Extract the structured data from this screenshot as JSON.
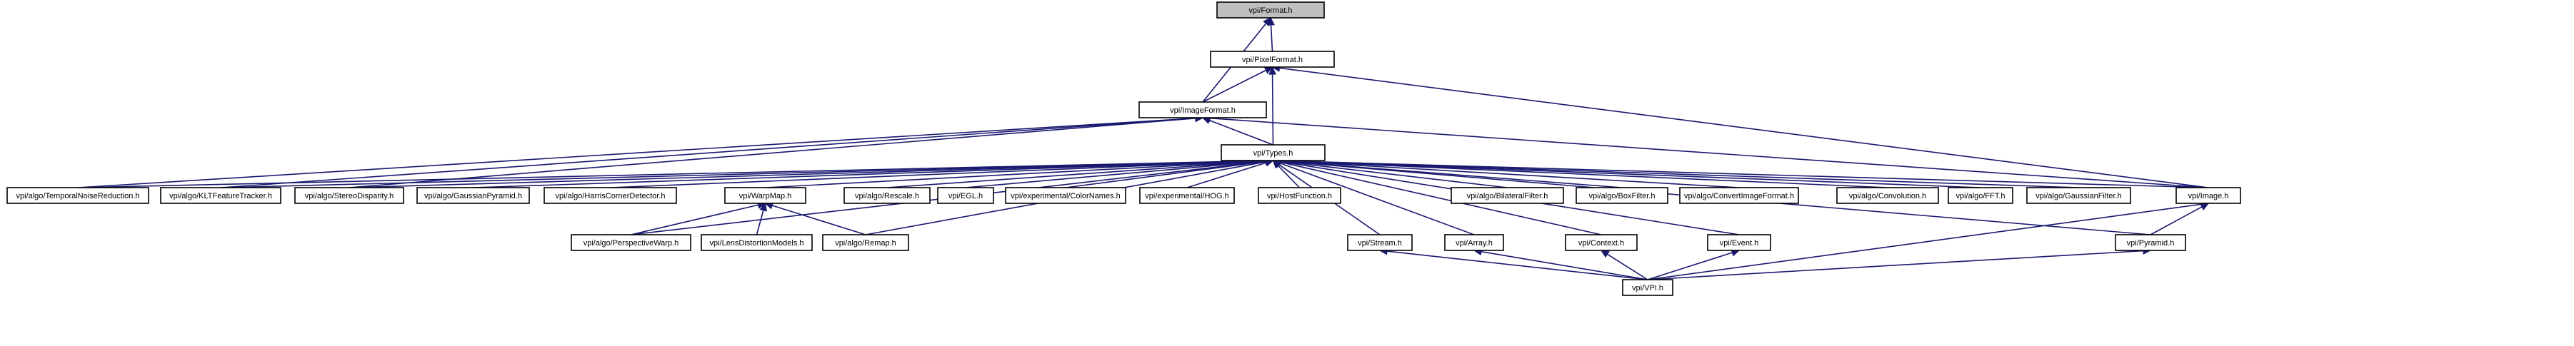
{
  "nodes": [
    {
      "id": "format",
      "label": "vpi/Format.h",
      "root": true
    },
    {
      "id": "pixelformat",
      "label": "vpi/PixelFormat.h"
    },
    {
      "id": "imageformat",
      "label": "vpi/ImageFormat.h"
    },
    {
      "id": "types",
      "label": "vpi/Types.h"
    },
    {
      "id": "temporal",
      "label": "vpi/algo/TemporalNoiseReduction.h"
    },
    {
      "id": "klt",
      "label": "vpi/algo/KLTFeatureTracker.h"
    },
    {
      "id": "stereo",
      "label": "vpi/algo/StereoDisparity.h"
    },
    {
      "id": "gaussianpyr",
      "label": "vpi/algo/GaussianPyramid.h"
    },
    {
      "id": "harris",
      "label": "vpi/algo/HarrisCornerDetector.h"
    },
    {
      "id": "warpmap",
      "label": "vpi/WarpMap.h"
    },
    {
      "id": "rescale",
      "label": "vpi/algo/Rescale.h"
    },
    {
      "id": "egl",
      "label": "vpi/EGL.h"
    },
    {
      "id": "colornames",
      "label": "vpi/experimental/ColorNames.h"
    },
    {
      "id": "hog",
      "label": "vpi/experimental/HOG.h"
    },
    {
      "id": "hostfunction",
      "label": "vpi/HostFunction.h"
    },
    {
      "id": "bilateral",
      "label": "vpi/algo/BilateralFilter.h"
    },
    {
      "id": "boxfilter",
      "label": "vpi/algo/BoxFilter.h"
    },
    {
      "id": "convertimage",
      "label": "vpi/algo/ConvertImageFormat.h"
    },
    {
      "id": "convolution",
      "label": "vpi/algo/Convolution.h"
    },
    {
      "id": "fft",
      "label": "vpi/algo/FFT.h"
    },
    {
      "id": "gaussianfilter",
      "label": "vpi/algo/GaussianFilter.h"
    },
    {
      "id": "image",
      "label": "vpi/Image.h"
    },
    {
      "id": "perspective",
      "label": "vpi/algo/PerspectiveWarp.h"
    },
    {
      "id": "lensdist",
      "label": "vpi/LensDistortionModels.h"
    },
    {
      "id": "remap",
      "label": "vpi/algo/Remap.h"
    },
    {
      "id": "stream",
      "label": "vpi/Stream.h"
    },
    {
      "id": "array",
      "label": "vpi/Array.h"
    },
    {
      "id": "context",
      "label": "vpi/Context.h"
    },
    {
      "id": "event",
      "label": "vpi/Event.h"
    },
    {
      "id": "pyramid",
      "label": "vpi/Pyramid.h"
    },
    {
      "id": "vpi",
      "label": "vpi/VPI.h"
    }
  ],
  "edges": [
    {
      "from": "pixelformat",
      "to": "format"
    },
    {
      "from": "imageformat",
      "to": "format"
    },
    {
      "from": "imageformat",
      "to": "pixelformat"
    },
    {
      "from": "types",
      "to": "pixelformat"
    },
    {
      "from": "image",
      "to": "pixelformat"
    },
    {
      "from": "types",
      "to": "imageformat"
    },
    {
      "from": "temporal",
      "to": "imageformat"
    },
    {
      "from": "klt",
      "to": "imageformat"
    },
    {
      "from": "stereo",
      "to": "imageformat"
    },
    {
      "from": "image",
      "to": "imageformat"
    },
    {
      "from": "temporal",
      "to": "types"
    },
    {
      "from": "klt",
      "to": "types"
    },
    {
      "from": "stereo",
      "to": "types"
    },
    {
      "from": "gaussianpyr",
      "to": "types"
    },
    {
      "from": "harris",
      "to": "types"
    },
    {
      "from": "warpmap",
      "to": "types"
    },
    {
      "from": "rescale",
      "to": "types"
    },
    {
      "from": "egl",
      "to": "types"
    },
    {
      "from": "colornames",
      "to": "types"
    },
    {
      "from": "hog",
      "to": "types"
    },
    {
      "from": "hostfunction",
      "to": "types"
    },
    {
      "from": "bilateral",
      "to": "types"
    },
    {
      "from": "boxfilter",
      "to": "types"
    },
    {
      "from": "convertimage",
      "to": "types"
    },
    {
      "from": "convolution",
      "to": "types"
    },
    {
      "from": "fft",
      "to": "types"
    },
    {
      "from": "gaussianfilter",
      "to": "types"
    },
    {
      "from": "image",
      "to": "types"
    },
    {
      "from": "perspective",
      "to": "types"
    },
    {
      "from": "remap",
      "to": "types"
    },
    {
      "from": "stream",
      "to": "types"
    },
    {
      "from": "array",
      "to": "types"
    },
    {
      "from": "context",
      "to": "types"
    },
    {
      "from": "event",
      "to": "types"
    },
    {
      "from": "pyramid",
      "to": "types"
    },
    {
      "from": "perspective",
      "to": "warpmap"
    },
    {
      "from": "lensdist",
      "to": "warpmap"
    },
    {
      "from": "remap",
      "to": "warpmap"
    },
    {
      "from": "pyramid",
      "to": "image"
    },
    {
      "from": "vpi",
      "to": "image"
    },
    {
      "from": "vpi",
      "to": "stream"
    },
    {
      "from": "vpi",
      "to": "array"
    },
    {
      "from": "vpi",
      "to": "context"
    },
    {
      "from": "vpi",
      "to": "event"
    },
    {
      "from": "vpi",
      "to": "pyramid"
    }
  ]
}
